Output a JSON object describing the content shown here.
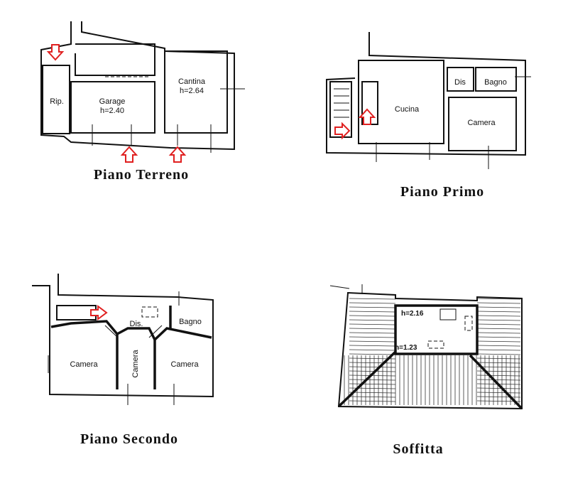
{
  "plans": [
    {
      "title": "Piano Terreno",
      "rooms": [
        {
          "name": "Rip."
        },
        {
          "name": "Garage",
          "height": "h=2.40"
        },
        {
          "name": "Cantina",
          "height": "h=2.64"
        }
      ]
    },
    {
      "title": "Piano Primo",
      "rooms": [
        {
          "name": "Cucina"
        },
        {
          "name": "Dis"
        },
        {
          "name": "Bagno"
        },
        {
          "name": "Camera"
        }
      ]
    },
    {
      "title": "Piano Secondo",
      "rooms": [
        {
          "name": "Camera"
        },
        {
          "name": "Camera"
        },
        {
          "name": "Camera"
        },
        {
          "name": "Dis."
        },
        {
          "name": "Bagno"
        }
      ]
    },
    {
      "title": "Soffitta",
      "heights": [
        "h=2.16",
        "h=1.23"
      ]
    }
  ],
  "colors": {
    "arrow": "#e02020",
    "line": "#111111"
  }
}
